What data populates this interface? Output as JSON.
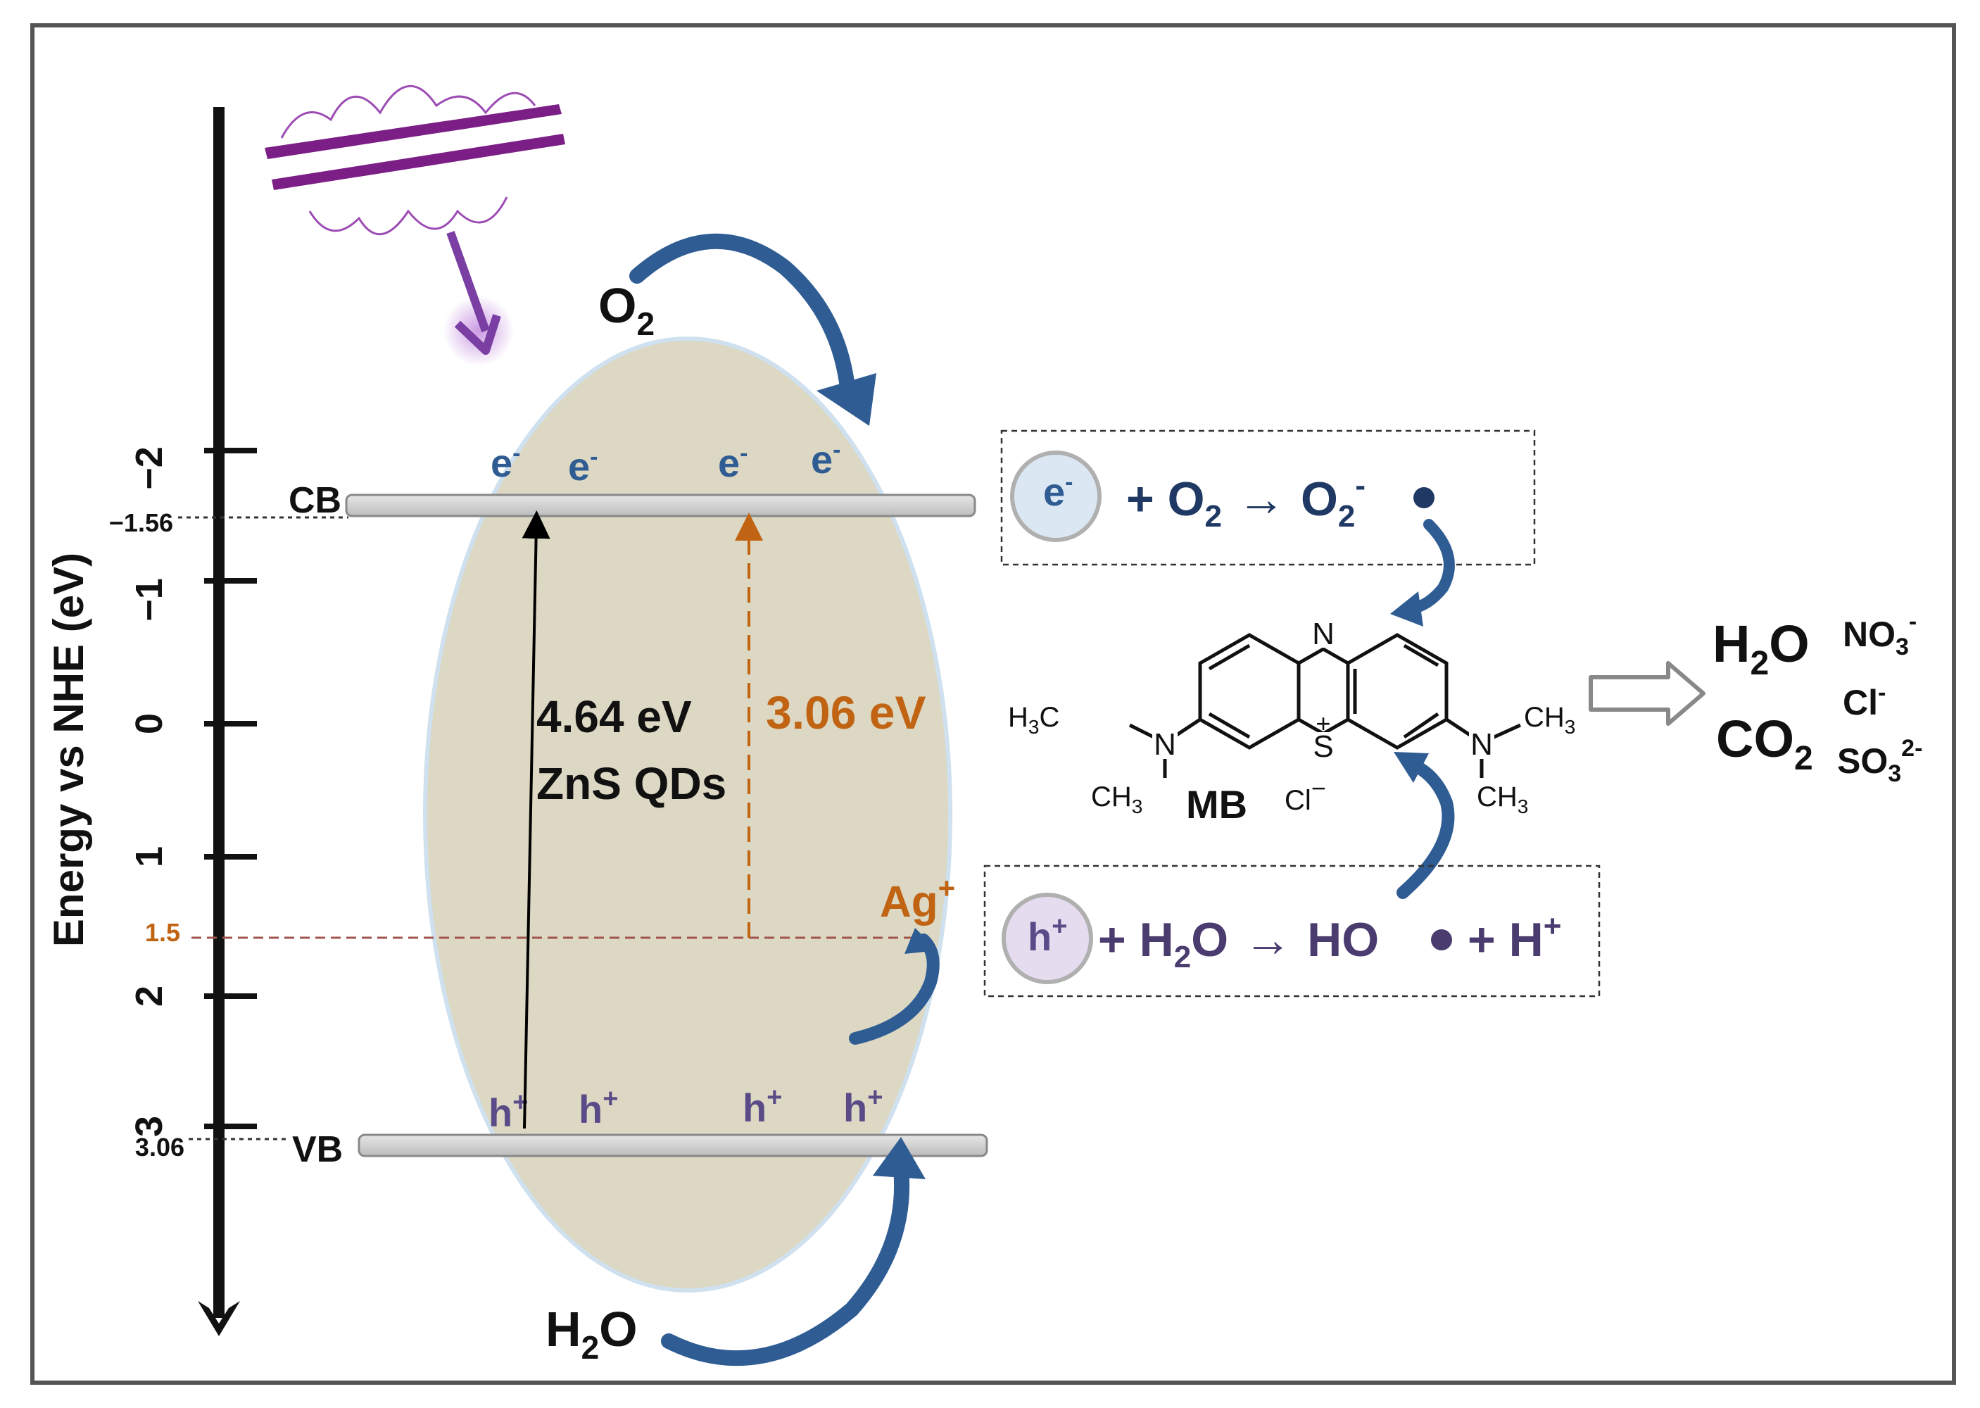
{
  "axis": {
    "label": "Energy vs NHE (eV)",
    "ticks": [
      "−2",
      "−1",
      "0",
      "1",
      "2",
      "3"
    ],
    "cb_value": "−1.56",
    "vb_value": "3.06",
    "ag_value": "1.5"
  },
  "bands": {
    "cb": "CB",
    "vb": "VB"
  },
  "carriers": {
    "electron": "e",
    "electron_sup": "-",
    "hole": "h",
    "hole_sup": "+"
  },
  "species": {
    "o2_main": "O",
    "o2_sub": "2",
    "h2o_h": "H",
    "h2o_sub": "2",
    "h2o_o": "O",
    "ag_main": "Ag",
    "ag_sup": "+"
  },
  "gaps": {
    "zns_energy": "4.64 eV",
    "zns_label": "ZnS QDs",
    "ag_energy": "3.06 eV"
  },
  "reactions": {
    "electron_plus": "+ O",
    "electron_o2_sub": "2",
    "electron_arrow": "→",
    "electron_product": "O",
    "electron_product_sub": "2",
    "electron_product_sup": "-",
    "hole_plus": "+ H",
    "hole_h2o_sub": "2",
    "hole_h2o_o": "O",
    "hole_arrow": "→",
    "hole_product": "HO",
    "hole_plus2": "+ H",
    "hole_plus2_sup": "+"
  },
  "mb": {
    "label": "MB",
    "n_top": "N",
    "s": "S",
    "s_charge": "+",
    "cl": "Cl",
    "cl_charge": "−",
    "left_n": "N",
    "right_n": "N",
    "h3c": "H",
    "h3c_sub": "3",
    "h3c_c": "C",
    "ch3": "CH",
    "ch3_sub": "3"
  },
  "products": {
    "h2o_h": "H",
    "h2o_sub": "2",
    "h2o_o": "O",
    "co2": "CO",
    "co2_sub": "2",
    "no3": "NO",
    "no3_sub": "3",
    "no3_sup": "-",
    "cl": "Cl",
    "cl_sup": "-",
    "so3": "SO",
    "so3_sub": "3",
    "so3_sup": "2-"
  },
  "colors": {
    "particle": "#dcd8c3",
    "particle_edge": "#cfe0ef",
    "arrow_blue": "#2e5c93",
    "orange": "#c06414",
    "electron_text": "#2e5c93",
    "hole_text": "#5a4a88",
    "reaction_text": "#1f3864",
    "light_purple": "#7b1f86"
  },
  "icons": {
    "light": "uv-lamp-icon",
    "curved_arrow": "curved-arrow-icon",
    "hollow_arrow": "hollow-right-arrow-icon"
  }
}
